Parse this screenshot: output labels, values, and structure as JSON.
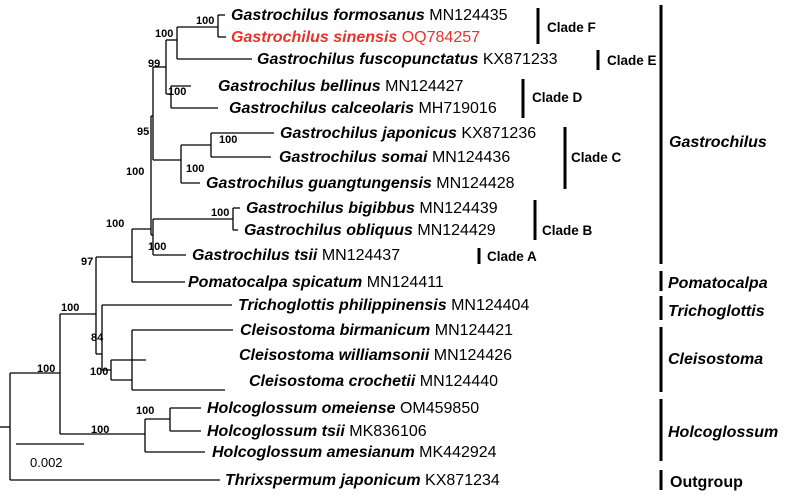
{
  "taxa": [
    {
      "id": "formosanus",
      "name": "Gastrochilus formosanus",
      "acc": "MN124435",
      "highlight": false
    },
    {
      "id": "sinensis",
      "name": "Gastrochilus sinensis",
      "acc": "OQ784257",
      "highlight": true
    },
    {
      "id": "fuscopunctatus",
      "name": "Gastrochilus fuscopunctatus",
      "acc": "KX871233",
      "highlight": false
    },
    {
      "id": "bellinus",
      "name": "Gastrochilus bellinus",
      "acc": "MN124427",
      "highlight": false
    },
    {
      "id": "calceolaris",
      "name": "Gastrochilus calceolaris",
      "acc": "MH719016",
      "highlight": false
    },
    {
      "id": "japonicus",
      "name": "Gastrochilus japonicus",
      "acc": "KX871236",
      "highlight": false
    },
    {
      "id": "somai",
      "name": "Gastrochilus somai",
      "acc": "MN124436",
      "highlight": false
    },
    {
      "id": "guangtungensis",
      "name": "Gastrochilus guangtungensis",
      "acc": "MN124428",
      "highlight": false
    },
    {
      "id": "bigibbus",
      "name": "Gastrochilus bigibbus",
      "acc": "MN124439",
      "highlight": false
    },
    {
      "id": "obliquus",
      "name": "Gastrochilus obliquus",
      "acc": "MN124429",
      "highlight": false
    },
    {
      "id": "tsii_g",
      "name": "Gastrochilus tsii",
      "acc": "MN124437",
      "highlight": false
    },
    {
      "id": "pomatocalpa",
      "name": "Pomatocalpa spicatum",
      "acc": "MN124411",
      "highlight": false
    },
    {
      "id": "trichoglottis",
      "name": "Trichoglottis philippinensis",
      "acc": "MN124404",
      "highlight": false
    },
    {
      "id": "birmanicum",
      "name": "Cleisostoma birmanicum",
      "acc": "MN124421",
      "highlight": false
    },
    {
      "id": "williamsonii",
      "name": "Cleisostoma williamsonii",
      "acc": "MN124426",
      "highlight": false
    },
    {
      "id": "crochetii",
      "name": "Cleisostoma crochetii",
      "acc": "MN124440",
      "highlight": false
    },
    {
      "id": "omeiense",
      "name": "Holcoglossum omeiense",
      "acc": "OM459850",
      "highlight": false
    },
    {
      "id": "tsii_h",
      "name": "Holcoglossum tsii",
      "acc": "MK836106",
      "highlight": false
    },
    {
      "id": "amesianum",
      "name": "Holcoglossum amesianum",
      "acc": "MK442924",
      "highlight": false
    },
    {
      "id": "thrixspermum",
      "name": "Thrixspermum japonicum",
      "acc": "KX871234",
      "highlight": false
    }
  ],
  "bootstrap": [
    "100",
    "100",
    "99",
    "100",
    "100",
    "100",
    "95",
    "100",
    "100",
    "100",
    "100",
    "97",
    "100",
    "84",
    "100",
    "100",
    "100",
    "100"
  ],
  "clades": [
    "Clade F",
    "Clade E",
    "Clade D",
    "Clade C",
    "Clade B",
    "Clade A"
  ],
  "genera": [
    "Gastrochilus",
    "Pomatocalpa",
    "Trichoglottis",
    "Cleisostoma",
    "Holcoglossum",
    "Outgroup"
  ],
  "scale_label": "0.002",
  "colors": {
    "highlight": "#e8322e",
    "default": "#000000"
  }
}
